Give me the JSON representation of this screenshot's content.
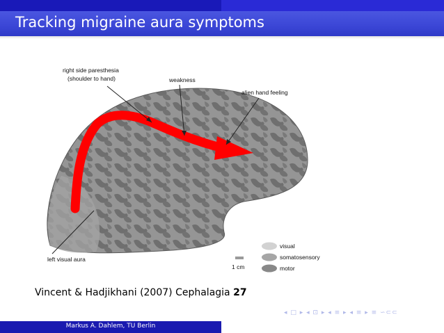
{
  "slide": {
    "title": "Tracking migraine aura symptoms",
    "citation_prefix": "Vincent & Hadjikhani (2007) Cephalagia ",
    "citation_volume": "27",
    "footer": "Markus A. Dahlem,  TU Berlin",
    "nav_icons": "◂ □ ▸  ◂ ⊡ ▸  ◂ ≡ ▸  ◂ ≡ ▸   ≡   ∽⊂⊂"
  },
  "figure": {
    "labels": {
      "paresthesia_line1": "right side paresthesia",
      "paresthesia_line2": "(shoulder to hand)",
      "weakness": "weakness",
      "alien_hand": "alien hand feeling",
      "left_visual": "left visual aura",
      "scale": "1 cm"
    },
    "legend": [
      {
        "label": "visual",
        "color": "#d0d0d0"
      },
      {
        "label": "somatosensory",
        "color": "#a8a8a8"
      },
      {
        "label": "motor",
        "color": "#8a8a8a"
      }
    ],
    "colors": {
      "arrow": "#ff0000",
      "brain_dark": "#6e6e6e",
      "brain_light": "#9a9a9a"
    }
  }
}
